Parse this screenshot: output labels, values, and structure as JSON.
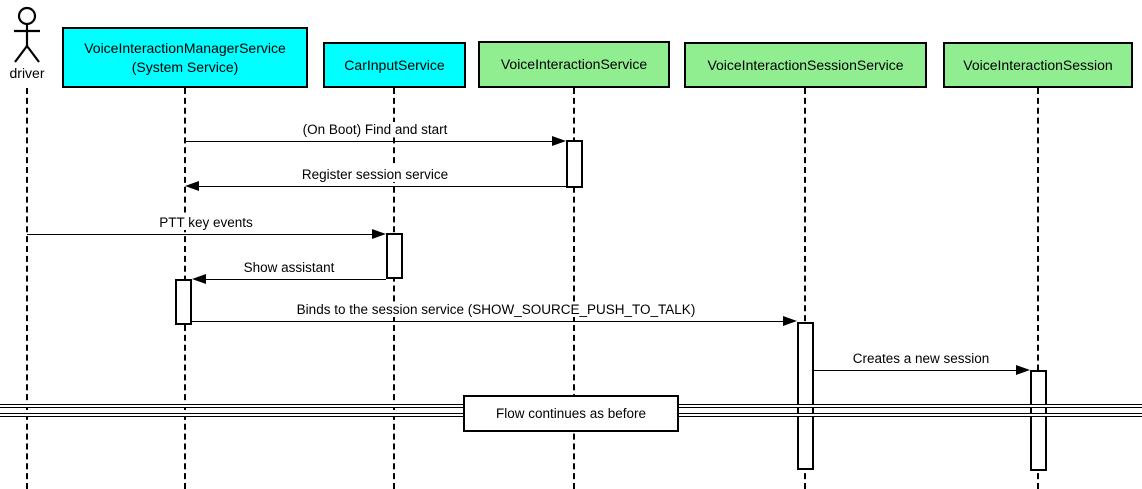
{
  "diagram": {
    "actor": {
      "label": "driver"
    },
    "participants": [
      {
        "label": "VoiceInteractionManagerService",
        "label2": "(System Service)",
        "fill": "#00ffff"
      },
      {
        "label": "CarInputService",
        "label2": "",
        "fill": "#00ffff"
      },
      {
        "label": "VoiceInteractionService",
        "label2": "",
        "fill": "#90ee90"
      },
      {
        "label": "VoiceInteractionSessionService",
        "label2": "",
        "fill": "#90ee90"
      },
      {
        "label": "VoiceInteractionSession",
        "label2": "",
        "fill": "#90ee90"
      }
    ],
    "messages": [
      {
        "label": "(On Boot) Find and start",
        "from": "VoiceInteractionManagerService",
        "to": "VoiceInteractionService",
        "direction": "right"
      },
      {
        "label": "Register session service",
        "from": "VoiceInteractionService",
        "to": "VoiceInteractionManagerService",
        "direction": "left"
      },
      {
        "label": "PTT key events",
        "from": "driver",
        "to": "CarInputService",
        "direction": "right"
      },
      {
        "label": "Show assistant",
        "from": "CarInputService",
        "to": "VoiceInteractionManagerService",
        "direction": "left"
      },
      {
        "label": "Binds to the session service (SHOW_SOURCE_PUSH_TO_TALK)",
        "from": "VoiceInteractionManagerService",
        "to": "VoiceInteractionSessionService",
        "direction": "right"
      },
      {
        "label": "Creates a new session",
        "from": "VoiceInteractionSessionService",
        "to": "VoiceInteractionSession",
        "direction": "right"
      }
    ],
    "divider": {
      "label": "Flow continues as before"
    },
    "colors": {
      "participant_cyan": "#00ffff",
      "participant_green": "#90ee90",
      "line": "#000000",
      "background": "#ffffff",
      "activation_fill": "#ffffff"
    }
  }
}
